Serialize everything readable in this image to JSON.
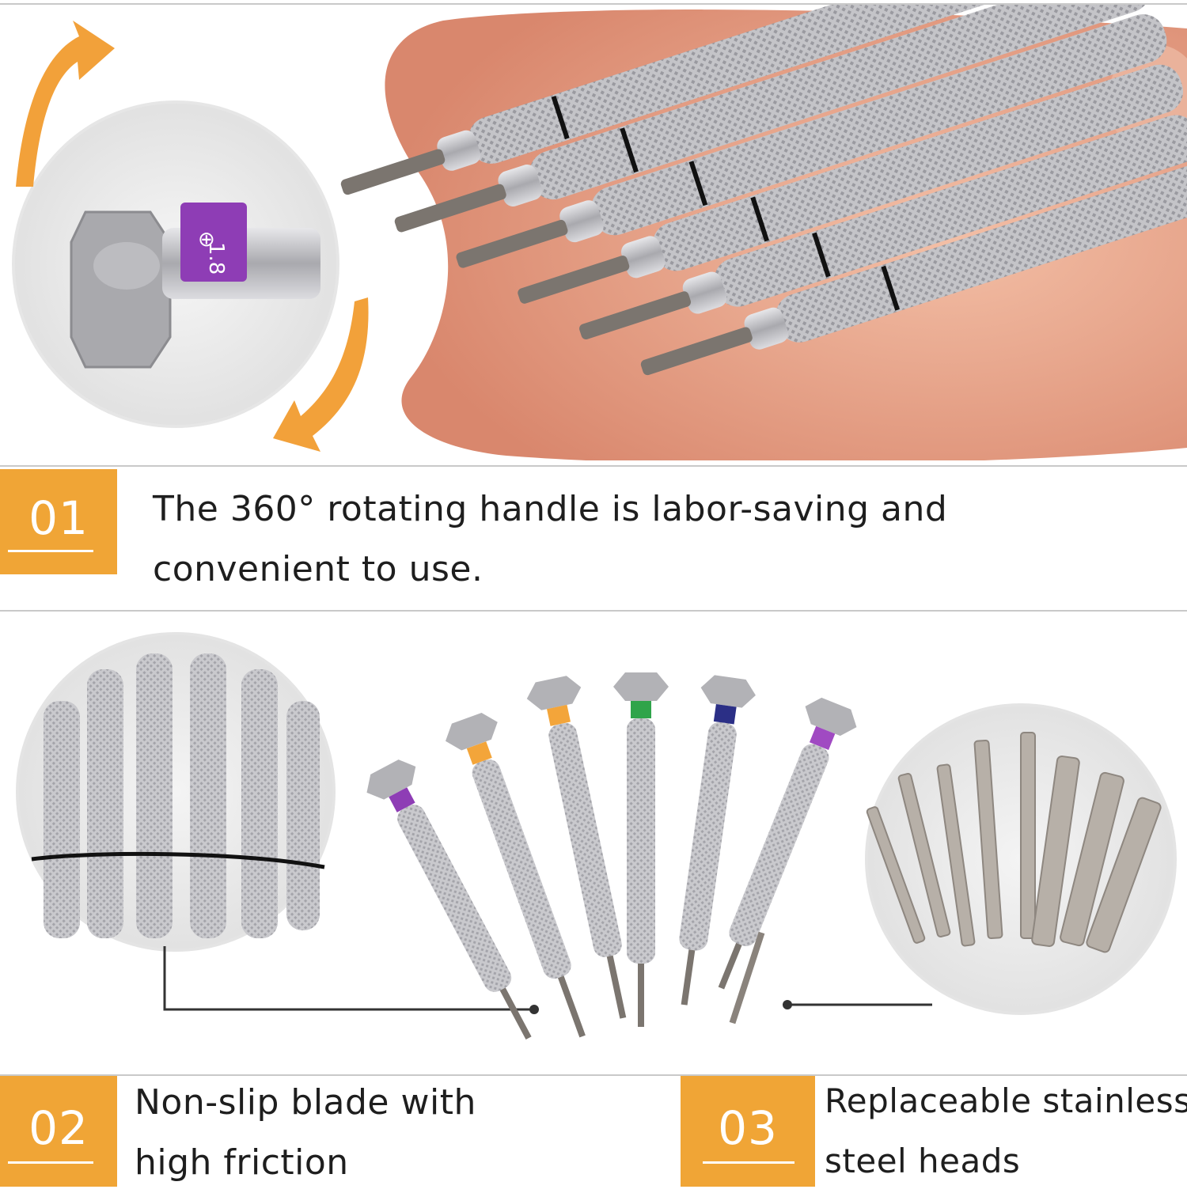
{
  "features": [
    {
      "number": "01",
      "line1": "The 360° rotating handle is labor-saving and",
      "line2": "convenient to use."
    },
    {
      "number": "02",
      "line1": "Non-slip blade with",
      "line2": "high friction"
    },
    {
      "number": "03",
      "line1": "Replaceable stainless",
      "line2": "steel heads"
    }
  ],
  "detail_label": {
    "symbol": "⊕",
    "size": "1.8"
  },
  "colors": {
    "accent": "#f0a536",
    "arrow": "#f2a13a",
    "divider": "#c9c9c9",
    "skin": "#e9a58e",
    "steel": "#b9b9bd",
    "purple_band": "#8e3db5",
    "orange_band": "#f3a53a",
    "green_band": "#2fa44a",
    "navy_band": "#2b2f86",
    "violet_band": "#a04ac2"
  },
  "icons": [
    "rotate-arrow-up-icon",
    "rotate-arrow-down-icon"
  ]
}
